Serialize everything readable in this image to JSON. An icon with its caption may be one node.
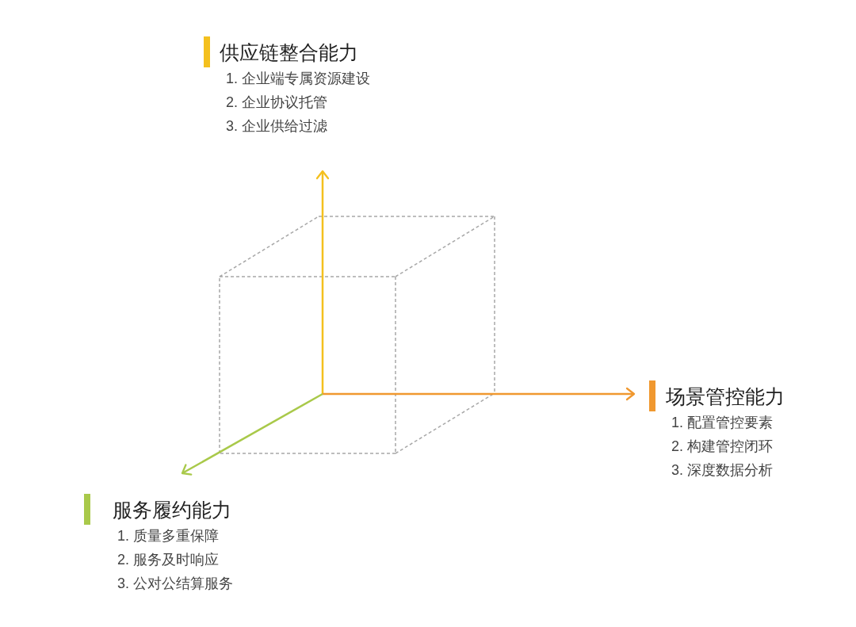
{
  "diagram": {
    "nodes": [
      {
        "text": [
          "供应链整合能力",
          "1. 企业端专属资源建设",
          "2. 企业协议托管",
          "3. 企业供给过滤"
        ]
      },
      {
        "text": [
          "场景管控能力",
          "1. 配置管控要素",
          "2. 构建管控闭环",
          "3. 深度数据分析"
        ]
      },
      {
        "text": [
          "服务履约能力",
          "1. 质量多重保障",
          "2. 服务及时响应",
          "3. 公对公结算服务"
        ]
      }
    ],
    "edges": [
      {
        "from": null,
        "to": 0,
        "arrow": "to",
        "color": "#f4c01e"
      },
      {
        "from": null,
        "to": 1,
        "arrow": "to",
        "color": "#f0982f"
      },
      {
        "from": null,
        "to": 2,
        "arrow": "to",
        "color": "#a9c94a"
      }
    ]
  }
}
